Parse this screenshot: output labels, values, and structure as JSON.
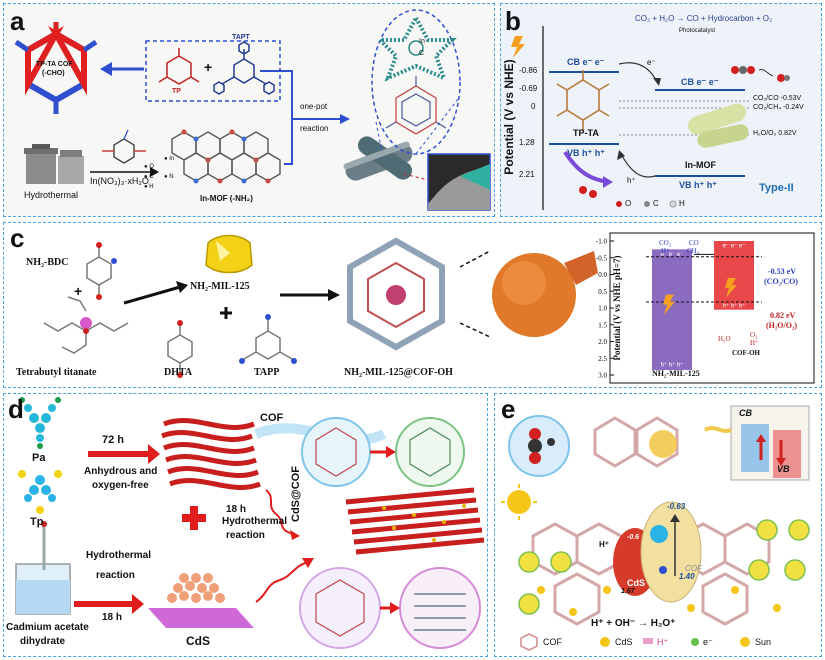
{
  "panels": {
    "a": {
      "label": "a",
      "cof_label": "TP-TA COF\n(-CHO)",
      "cof_line1": "TP-TA COF",
      "cof_line2": "(-CHO)",
      "tp": "TP",
      "tapt": "TAPT",
      "plus": "+",
      "hydrothermal": "Hydrothermal",
      "salt": "In(NO₃)₃·xH₂O",
      "mof_label": "In-MOF (-NH₂)",
      "one_pot_1": "one-pot",
      "one_pot_2": "reaction",
      "legend": [
        "In",
        "O",
        "C",
        "N",
        "H"
      ],
      "ring_labels": [
        "In",
        "C"
      ]
    },
    "b": {
      "label": "b",
      "ylabel": "Potential (V vs NHE)",
      "ticks": [
        "-0.86",
        "-0.69",
        "0",
        "1.28",
        "2.21"
      ],
      "equation": "CO₂ + H₂O → CO + Hydrocarbon + O₂",
      "photocatalyst": "Photocatalyst",
      "cb_left": "CB  e⁻ e⁻",
      "cb_right": "CB  e⁻ e⁻",
      "vb_left": "VB  h⁺ h⁺",
      "vb_right": "VB  h⁺ h⁺",
      "tpta": "TP-TA",
      "inmof": "In-MOF",
      "redox": [
        "CO₂/CO -0.53V",
        "CO₂/CH₄ -0.24V",
        "H₂O/O₂ 0.82V"
      ],
      "e_minus": "e⁻",
      "h_plus": "h⁺",
      "type": "Type-II",
      "legend": [
        "O",
        "C",
        "H"
      ],
      "colors": {
        "cb": "#1f4e9c",
        "type": "#1f6fb8"
      }
    },
    "c": {
      "label": "c",
      "nh2_bdc": "NH₂-BDC",
      "plus": "+",
      "titanate": "Tetrabutyl titanate",
      "mil": "NH₂-MIL-125",
      "dhta": "DHTA",
      "tapp": "TAPP",
      "product": "NH₂-MIL-125@COF-OH",
      "chart_ylabel": "Potential (V vs NHE pH=7)",
      "chart_ticks": [
        "-1.0",
        "-0.5",
        "0.0",
        "0.5",
        "1.0",
        "1.5",
        "2.0",
        "2.5",
        "3.0"
      ],
      "co2_co": "-0.53 eV",
      "co2_co_sub": "(CO₂/CO)",
      "h2o_o2": "0.82 eV",
      "h2o_o2_sub": "(H₂O/O₂)",
      "left_bar": "NH₂-MIL-125",
      "right_bar": "COF-OH",
      "co2h": "CO₂\nH⁺",
      "co2": "CO₂",
      "hplus": "H⁺",
      "co": "CO",
      "ch4": "CH₄",
      "h2o": "H₂O",
      "o2": "O₂",
      "hplus2": "H⁺",
      "e_row": "e⁻  e⁻  e⁻",
      "h_row": "h⁺  h⁺  h⁺",
      "colors": {
        "purple": "#8b6bc0",
        "red": "#e8484a"
      }
    },
    "d": {
      "label": "d",
      "pa": "Pa",
      "tp": "Tp",
      "time1": "72 h",
      "cond1": "Anhydrous and",
      "cond1b": "oxygen-free",
      "cof": "COF",
      "time2": "18 h",
      "hydro1": "Hydrothermal",
      "hydro2": "reaction",
      "cds_cof": "CdS@COF",
      "hydro3": "Hydrothermal",
      "hydro4": "reaction",
      "time3": "18 h",
      "cadmium1": "Cadmium acetate",
      "cadmium2": "dihydrate",
      "cds": "CdS"
    },
    "e": {
      "label": "e",
      "cb": "CB",
      "vb": "VB",
      "val1": "-0.63",
      "val2": "1.40",
      "val3": "-0.6",
      "val4": "1.67",
      "hplus": "H⁺",
      "cds": "CdS",
      "cof_inside": "COF",
      "reaction": "H⁺ + OH⁻ → H₂O⁺",
      "legend": [
        "COF",
        "CdS",
        "H⁺",
        "e⁻",
        "Sun"
      ]
    }
  }
}
